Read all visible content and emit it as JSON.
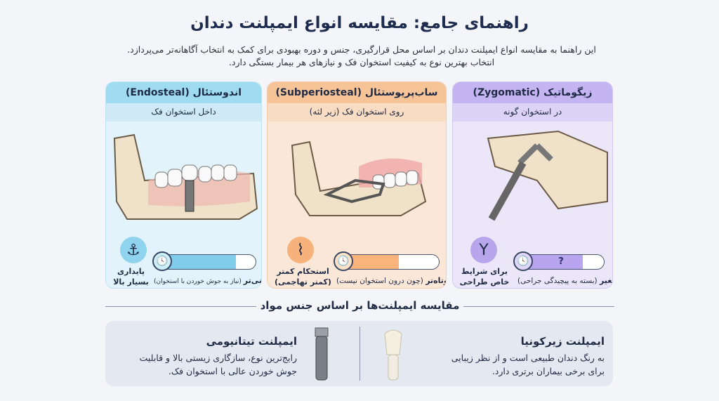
{
  "title": "راهنمای جامع: مقایسه انواع ایمپلنت دندان",
  "intro": [
    "این راهنما به مقایسه انواع ایمپلنت دندان بر اساس محل قرارگیری، جنس و دوره بهبودی برای کمک به انتخاب آگاهانه‌تر می‌پردازد.",
    "انتخاب بهترین نوع به کیفیت استخوان فک و نیازهای هر بیمار بستگی دارد."
  ],
  "columns": [
    {
      "title": "اندوستئال (Endosteal)",
      "subtitle": "داخل استخوان فک",
      "icon": "anchor-icon",
      "feature": "پایداری بسیار بالا",
      "healing_main": "طولانی‌تر",
      "healing_note": "(نیاز به جوش خوردن با استخوان)",
      "healing_fill_pct": 80,
      "color": "#8fd3ee"
    },
    {
      "title": "ساب‌پریوستئال (Subperiosteal)",
      "subtitle": "روی استخوان فک (زیر لثه)",
      "icon": "frame-icon",
      "feature": "استحکام کمتر (کمتر تهاجمی)",
      "healing_main": "کوتاه‌تر",
      "healing_note": "(چون درون استخوان نیست)",
      "healing_fill_pct": 60,
      "color": "#f6c08e"
    },
    {
      "title": "زیگوماتیک (Zygomatic)",
      "subtitle": "در استخوان گونه",
      "icon": "zygomatic-implant-icon",
      "feature": "برای شرایط خاص طراحی شده",
      "healing_main": "متغیر",
      "healing_note": "(بسته به پیچیدگی جراحی)",
      "healing_fill_pct": 75,
      "healing_marker": "?",
      "color": "#b9a8ee"
    }
  ],
  "materials": {
    "heading": "مقایسه ایمپلنت‌ها بر اساس جنس مواد",
    "titanium": {
      "title": "ایمپلنت تیتانیومی",
      "desc": [
        "رایج‌ترین نوع، سازگاری زیستی بالا و قابلیت",
        "جوش خوردن عالی با استخوان فک."
      ]
    },
    "zirconia": {
      "title": "ایمپلنت زیرکونیا",
      "desc": [
        "به رنگ دندان طبیعی است و از نظر زیبایی",
        "برای برخی بیماران برتری دارد."
      ]
    }
  }
}
